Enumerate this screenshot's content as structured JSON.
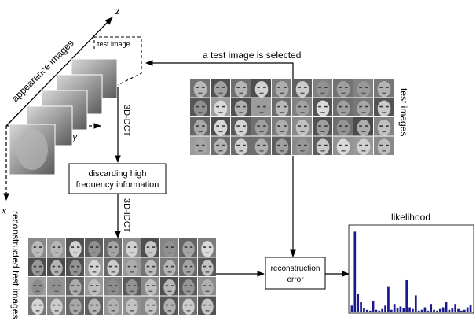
{
  "axes": {
    "x": "x",
    "y": "y",
    "z": "z"
  },
  "labels": {
    "appearance_images": "appearance images",
    "test_image": "test image",
    "selected": "a test image is selected",
    "test_images": "test images",
    "dct": "3D-DCT",
    "idct": "3D-IDCT",
    "discard_line1": "discarding high",
    "discard_line2": "frequency information",
    "reconstructed": "reconstructed test images",
    "recon_line1": "reconstruction",
    "recon_line2": "error",
    "likelihood": "likelihood"
  },
  "colors": {
    "bar": "#1a1a8c",
    "face_dark": "#3a3a3a",
    "face_light": "#c8c8c8"
  },
  "chart_data": {
    "type": "bar",
    "title": "likelihood",
    "values": [
      0.08,
      0.95,
      0.22,
      0.12,
      0.05,
      0.03,
      0.02,
      0.13,
      0.03,
      0.02,
      0.04,
      0.08,
      0.3,
      0.03,
      0.1,
      0.05,
      0.07,
      0.05,
      0.38,
      0.06,
      0.04,
      0.2,
      0.02,
      0.03,
      0.06,
      0.02,
      0.1,
      0.03,
      0.02,
      0.04,
      0.06,
      0.12,
      0.03,
      0.05,
      0.1,
      0.04,
      0.02,
      0.03,
      0.06,
      0.09
    ],
    "ylim": [
      0,
      1
    ]
  }
}
